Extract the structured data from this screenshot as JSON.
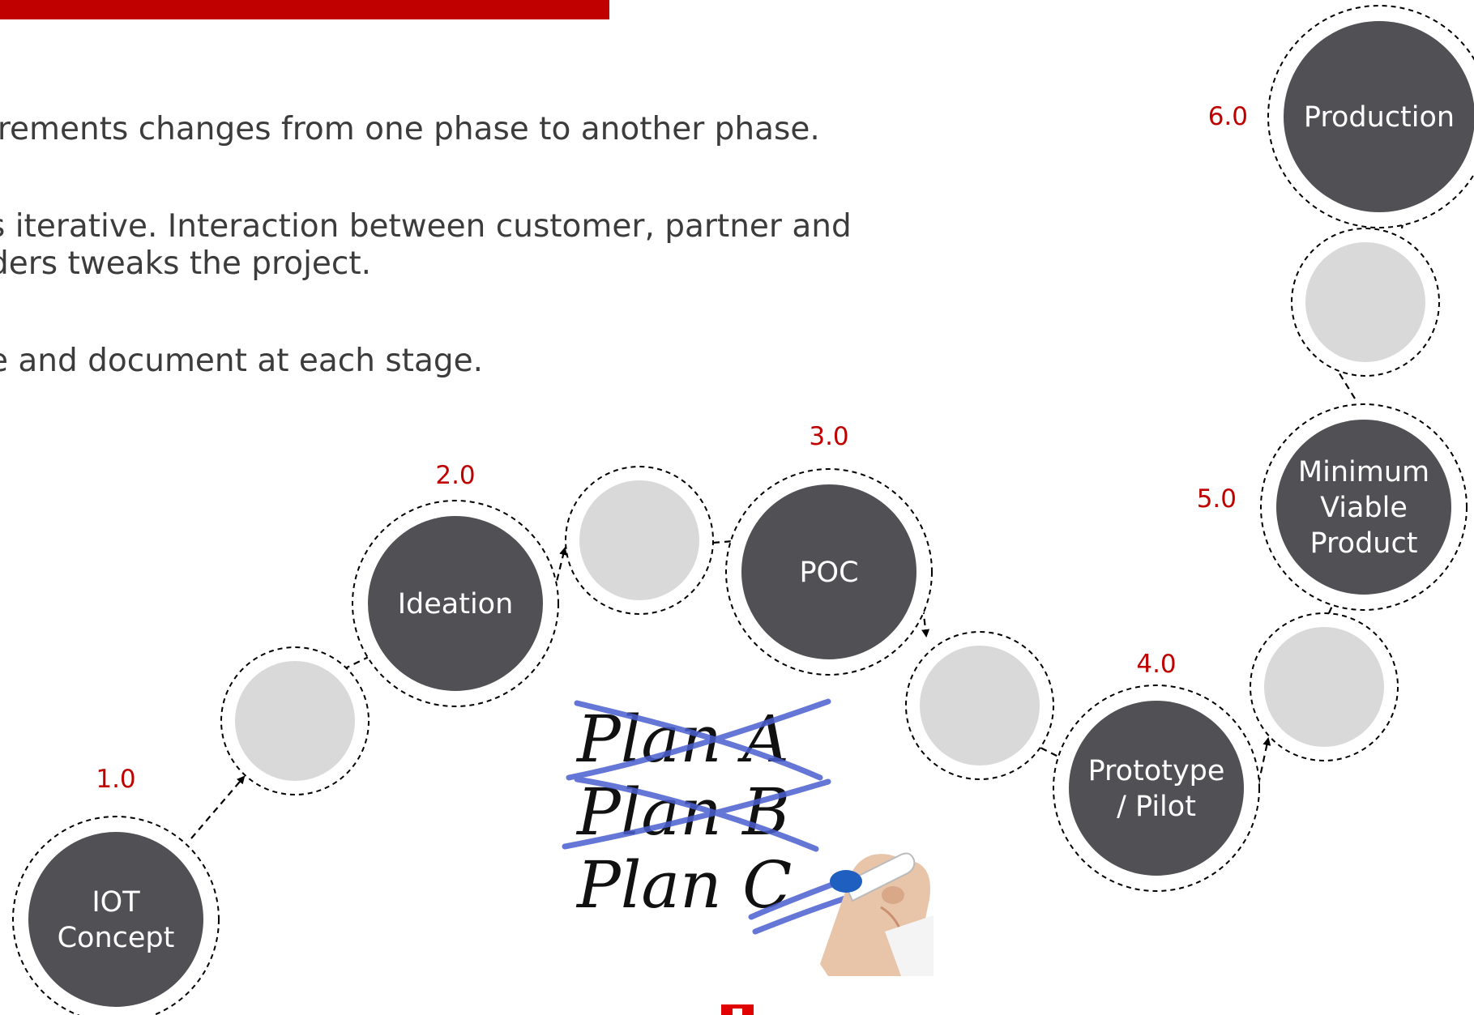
{
  "bullets": [
    "irements changes from one phase to another phase.",
    "s iterative. Interaction between customer, partner and",
    "ders tweaks the project.",
    "e and document at each stage."
  ],
  "stages": [
    {
      "id": "iot-concept",
      "version": "1.0",
      "lines": [
        "IOT",
        "Concept"
      ]
    },
    {
      "id": "ideation",
      "version": "2.0",
      "lines": [
        "Ideation"
      ]
    },
    {
      "id": "poc",
      "version": "3.0",
      "lines": [
        "POC"
      ]
    },
    {
      "id": "prototype",
      "version": "4.0",
      "lines": [
        "Prototype",
        "/ Pilot"
      ]
    },
    {
      "id": "mvp",
      "version": "5.0",
      "lines": [
        "Minimum",
        "Viable",
        "Product"
      ]
    },
    {
      "id": "production",
      "version": "6.0",
      "lines": [
        "Production"
      ]
    }
  ],
  "plans": [
    "Plan A",
    "Plan B",
    "Plan C"
  ],
  "colors": {
    "accent": "#c00000",
    "stage_fill": "#515155",
    "step_fill": "#d9d9d9",
    "pen_ink": "#4a5fd0",
    "pen_cap": "#1f5fc0"
  }
}
